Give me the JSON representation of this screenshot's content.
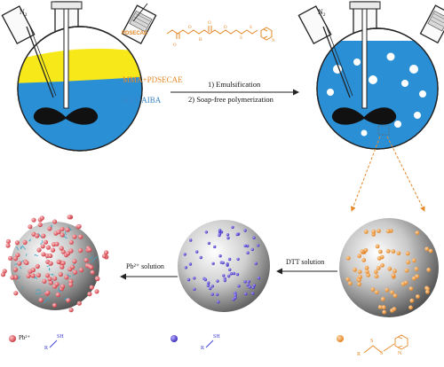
{
  "reactants": {
    "gas": "N",
    "gas_sub": "2",
    "monomer_label": "PDSECAE",
    "organic_phase": "MMA+PDSECAE",
    "aqueous_phase": "H₂O+AIBA"
  },
  "process": {
    "step1": "1) Emulsification",
    "step2": "2) Soap-free polymerization"
  },
  "product_flask": {
    "gas": "N",
    "gas_sub": "2"
  },
  "transformations": {
    "dtt": "DTT solution",
    "pb": "Pb²⁺ solution"
  },
  "legend": {
    "pb_label": "Pb²⁺",
    "thiol_group_R": "R",
    "thiol_group_SH": "SH",
    "thiol_mid_R": "R",
    "thiol_mid_SH": "SH",
    "pds_R": "R",
    "pds_S1": "S",
    "pds_S2": "S",
    "pds_N": "N"
  },
  "colors": {
    "blue_liquid": "#2b8fd6",
    "yellow_layer": "#f7e81a",
    "orange_bead": "#f39a3a",
    "purple_bead": "#5b4cd6",
    "red_bead": "#e0555c",
    "teal_link": "#3aa7c8"
  }
}
